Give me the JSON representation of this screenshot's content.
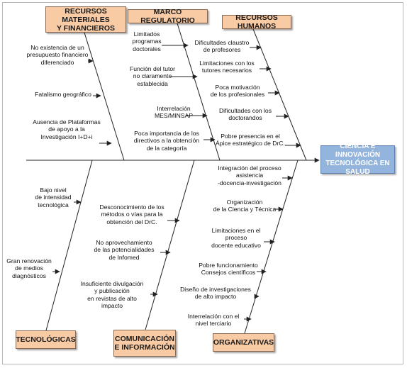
{
  "effect": "CIENCIA E INNOVACIÓN\nTECNOLÓGICA EN SALUD",
  "categories": {
    "recursos_materiales": "RECURSOS MATERIALES\nY FINANCIEROS",
    "marco_regulatorio": "MARCO REGULATORIO",
    "recursos_humanos": "RECURSOS HUMANOS",
    "tecnologicas": "TECNOLÓGICAS",
    "comunicacion": "COMUNICACIÓN\nE INFORMACIÓN",
    "organizativas": "ORGANIZATIVAS"
  },
  "causes": {
    "recursos_materiales": [
      "No existencia de un\npresupuesto financiero\ndiferenciado",
      "Fatalismo geográfico",
      "Ausencia de Plataformas\nde apoyo a la\nInvestigación I+D+i"
    ],
    "marco_regulatorio": [
      "Limitados\nprogramas\ndoctorales",
      "Función del tutor\nno claramente\nestablecida",
      "Interrelación\nMES/MINSAP",
      "Poca importancia de los\ndirectivos a la obtención\nde la categoría"
    ],
    "recursos_humanos": [
      "Dificultades claustro\nde profesores",
      "Limitaciones con los\ntutores necesarios",
      "Poca motivación\nde los profesionales",
      "Dificultades con los\ndoctorandos",
      "Pobre presencia en el\nÁpice estratégico de DrC."
    ],
    "tecnologicas": [
      "Bajo nivel\nde intensidad\ntecnológica",
      "Gran renovación\nde medios\ndiagnósticos"
    ],
    "comunicacion": [
      "Desconocimiento de los\nmétodos o vías para la\nobtención del DrC.",
      "No aprovechamiento\nde las potencialidades\nde Infomed",
      "Insuficiente divulgación\ny publicación\nen revistas de alto\nimpacto"
    ],
    "organizativas": [
      "Integración del proceso\nasistencia\n-docencia-investigación",
      "Organización\nde la Ciencia y Técnica",
      "Limitaciones en el\nproceso\ndocente educativo",
      "Pobre funcionamiento\nConsejos científicos",
      "Diseño de investigaciones\nde alto impacto",
      "Interrelación con el\nnivel terciario"
    ]
  }
}
